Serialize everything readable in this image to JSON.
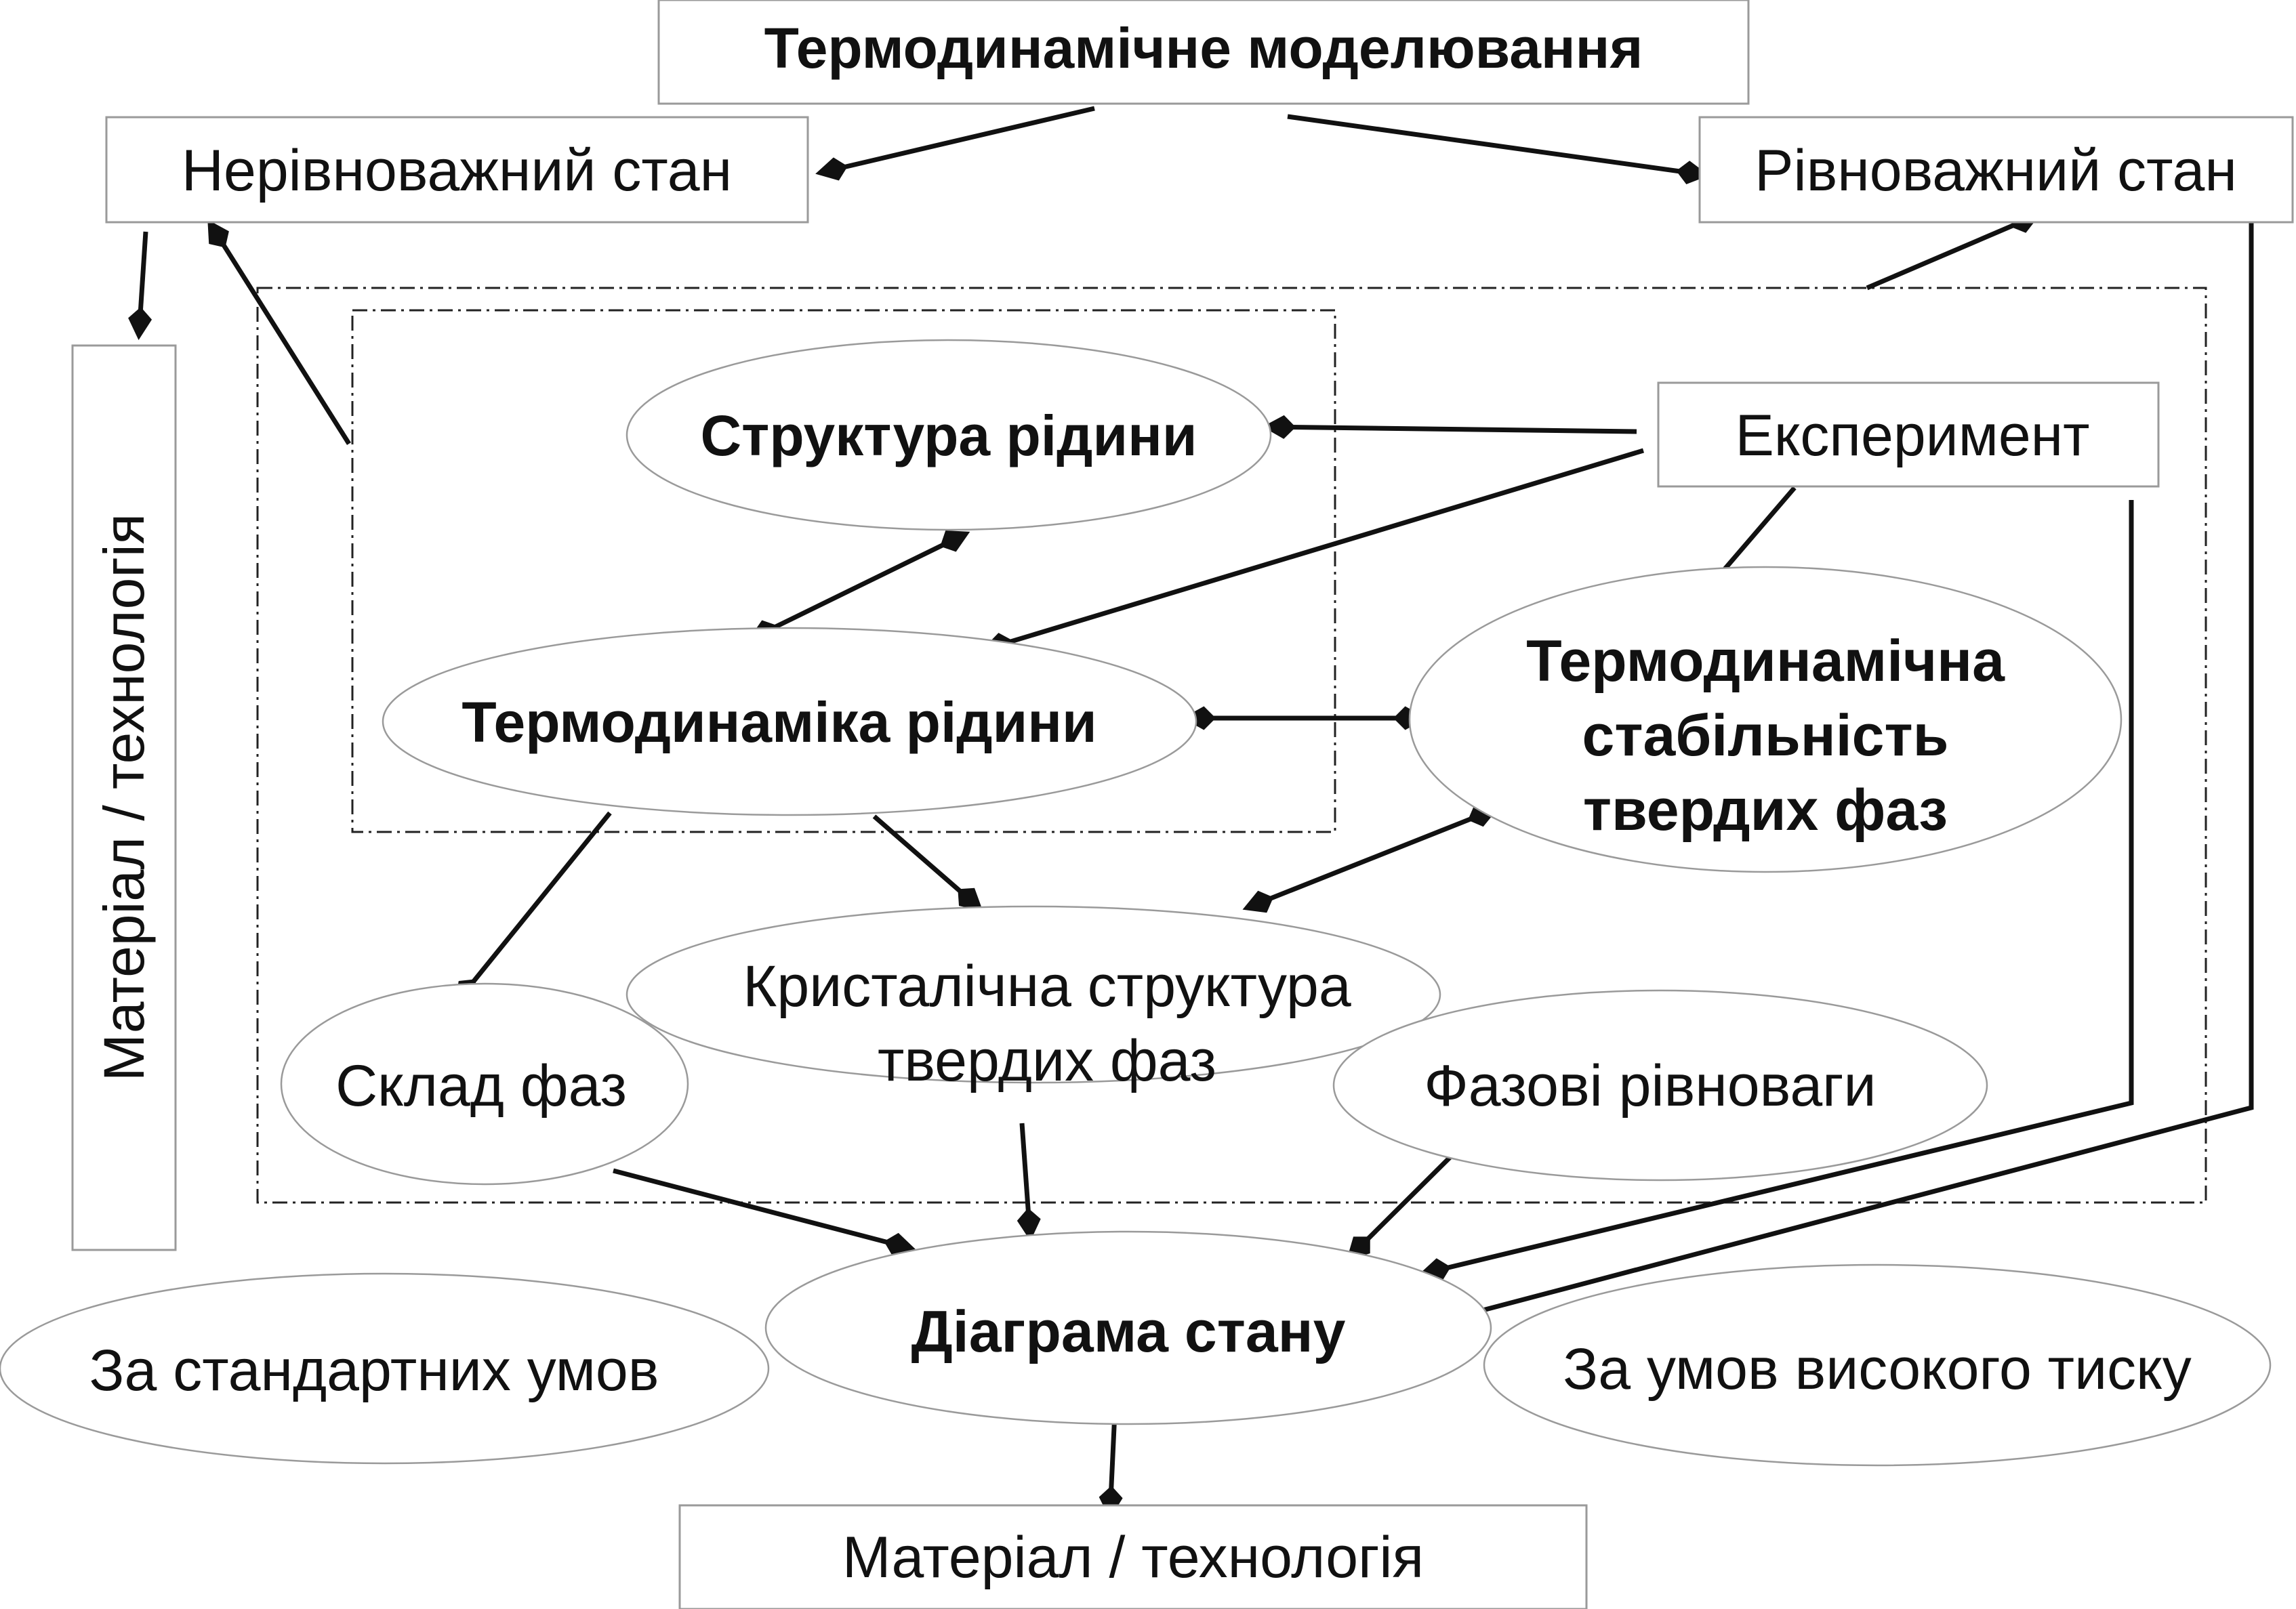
{
  "nodes": {
    "thermo_modeling": "Термодинамічне моделювання",
    "nonequilibrium": "Нерівноважний стан",
    "equilibrium": "Рівноважний стан",
    "material_left": "Матеріал / технологія",
    "liquid_structure": "Структура рідини",
    "experiment": "Експеримент",
    "liquid_thermo": "Термодинаміка рідини",
    "solid_stability": [
      "Термодинамічна",
      "стабільність",
      "твердих фаз"
    ],
    "crystal_structure": [
      "Кристалічна структура",
      "твердих фаз"
    ],
    "phase_composition": "Склад фаз",
    "phase_equilibria": "Фазові рівноваги",
    "phase_diagram": "Діаграма стану",
    "standard_conditions": "За стандартних умов",
    "high_pressure": "За умов високого тиску",
    "material_bottom": "Матеріал / технологія"
  },
  "colors": {
    "ink": "#111111",
    "outline": "#9a9a9a",
    "background": "#ffffff"
  }
}
